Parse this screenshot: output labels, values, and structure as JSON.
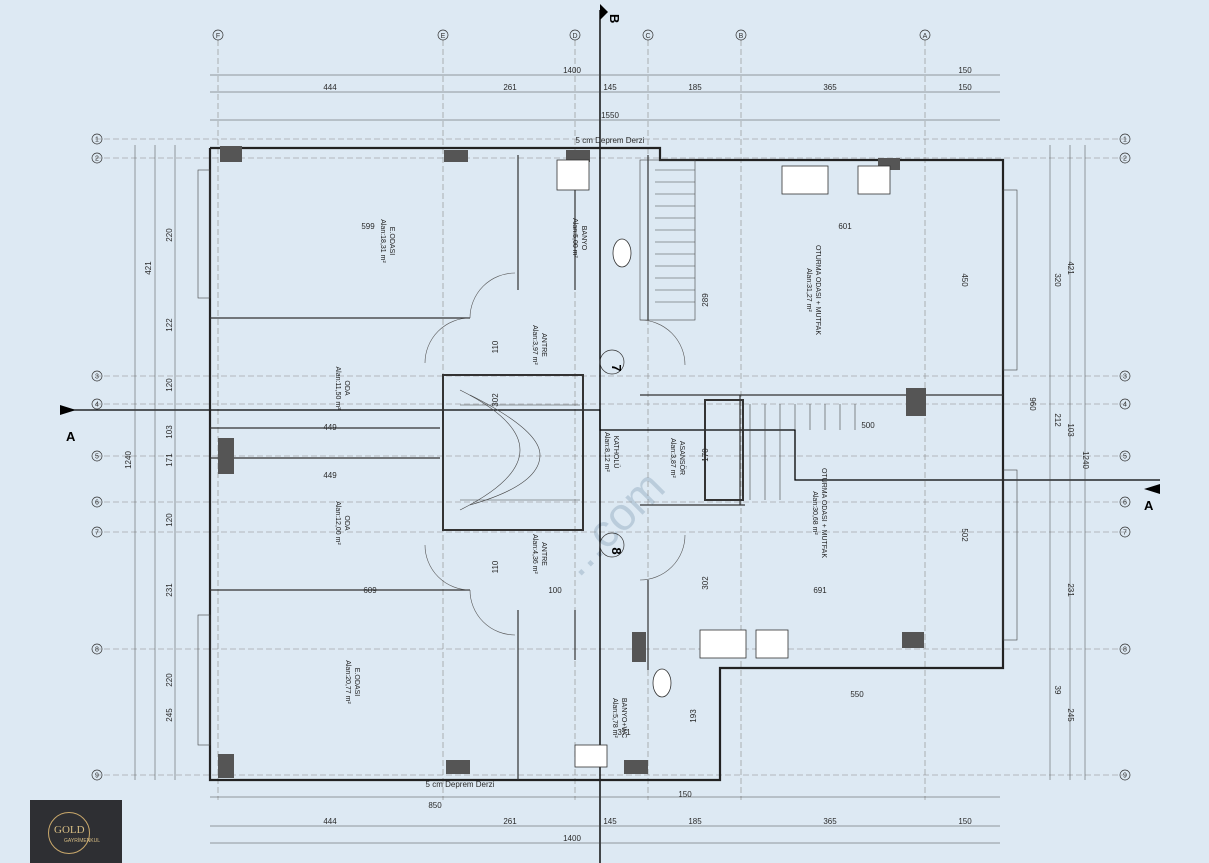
{
  "axes_top": [
    "F",
    "E",
    "D",
    "C",
    "B",
    "A"
  ],
  "axes_left": [
    "1",
    "2",
    "3",
    "4",
    "5",
    "6",
    "7",
    "8",
    "9"
  ],
  "axis_b": "B",
  "section": [
    "A",
    "A"
  ],
  "dims": {
    "top_1": [
      "1400",
      "150"
    ],
    "top_2": [
      "444",
      "261",
      "145",
      "185",
      "365",
      "150"
    ],
    "top_3": "1550",
    "bottom_1": [
      "850",
      "150"
    ],
    "bottom_2": [
      "444",
      "261",
      "145",
      "185",
      "365",
      "150"
    ],
    "bottom_3": "1400",
    "left_outer": [
      "421",
      "1240"
    ],
    "left_inner": [
      "220",
      "122",
      "120",
      "103",
      "171",
      "120",
      "231",
      "220",
      "245"
    ],
    "right_outer": [
      "421",
      "960",
      "1240"
    ],
    "right_inner": [
      "320",
      "450",
      "212",
      "103",
      "502",
      "231",
      "39",
      "245"
    ],
    "interior": [
      "599",
      "449",
      "449",
      "609",
      "601",
      "500",
      "691",
      "550",
      "110",
      "110",
      "100",
      "170",
      "289",
      "302",
      "193",
      "371",
      "302"
    ]
  },
  "labels": {
    "deprem_top": "5 cm Deprem Derzi",
    "deprem_bottom": "5 cm Deprem Derzi"
  },
  "rooms": [
    {
      "name": "E.ODASI",
      "area": "Alan:18,31 m²"
    },
    {
      "name": "ODA",
      "area": "Alan:11,50 m²"
    },
    {
      "name": "ODA",
      "area": "Alan:12,00 m²"
    },
    {
      "name": "E.ODASI",
      "area": "Alan:20,77 m²"
    },
    {
      "name": "BANYO",
      "area": "Alan:5,00 m²"
    },
    {
      "name": "ANTRE",
      "area": "Alan:3,97 m²"
    },
    {
      "name": "ANTRE",
      "area": "Alan:4,36 m²"
    },
    {
      "name": "KATHOLÜ",
      "area": "Alan:8,12 m²"
    },
    {
      "name": "ASANSÖR",
      "area": "Alan:3,87 m²"
    },
    {
      "name": "OTURMA ODASI + MUTFAK",
      "area": "Alan:31,27 m²"
    },
    {
      "name": "OTURMA ODASI + MUTFAK",
      "area": "Alan:30,68 m²"
    },
    {
      "name": "BANYO+WC",
      "area": "Alan:5,78 m²"
    }
  ],
  "units": [
    "7",
    "8"
  ],
  "watermark": "...com",
  "logo": {
    "line1": "GOLD",
    "line2": "GAYRİMENKUL"
  }
}
